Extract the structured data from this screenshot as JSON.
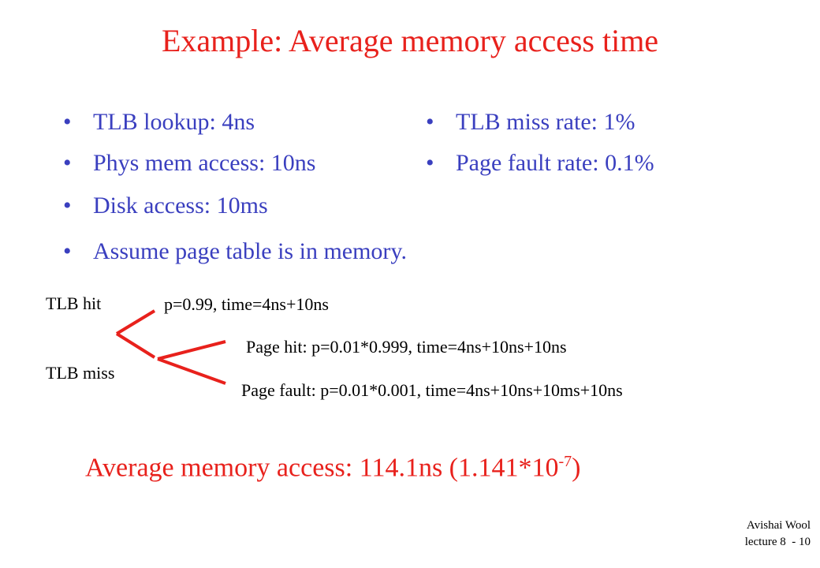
{
  "title": "Example: Average memory access time",
  "bullets_left": [
    "TLB lookup: 4ns",
    "Phys mem access: 10ns",
    "Disk access: 10ms"
  ],
  "bullets_right": [
    "TLB miss rate: 1%",
    "Page fault rate: 0.1%"
  ],
  "bullet_assume": "Assume page table is in memory.",
  "bullet_symbol": "•",
  "tree": {
    "tlb_hit_label": "TLB hit",
    "tlb_miss_label": "TLB miss",
    "hit_branch": "p=0.99, time=4ns+10ns",
    "page_hit_branch": "Page hit: p=0.01*0.999, time=4ns+10ns+10ns",
    "page_fault_branch": "Page fault: p=0.01*0.001, time=4ns+10ns+10ms+10ns",
    "line_color": "#e8211c"
  },
  "result": {
    "prefix": "Average memory access: 114.1ns (1.141*10",
    "exponent": "-7",
    "suffix": ")"
  },
  "footer": {
    "author": "Avishai Wool",
    "lecture": "lecture 8  - 10"
  }
}
